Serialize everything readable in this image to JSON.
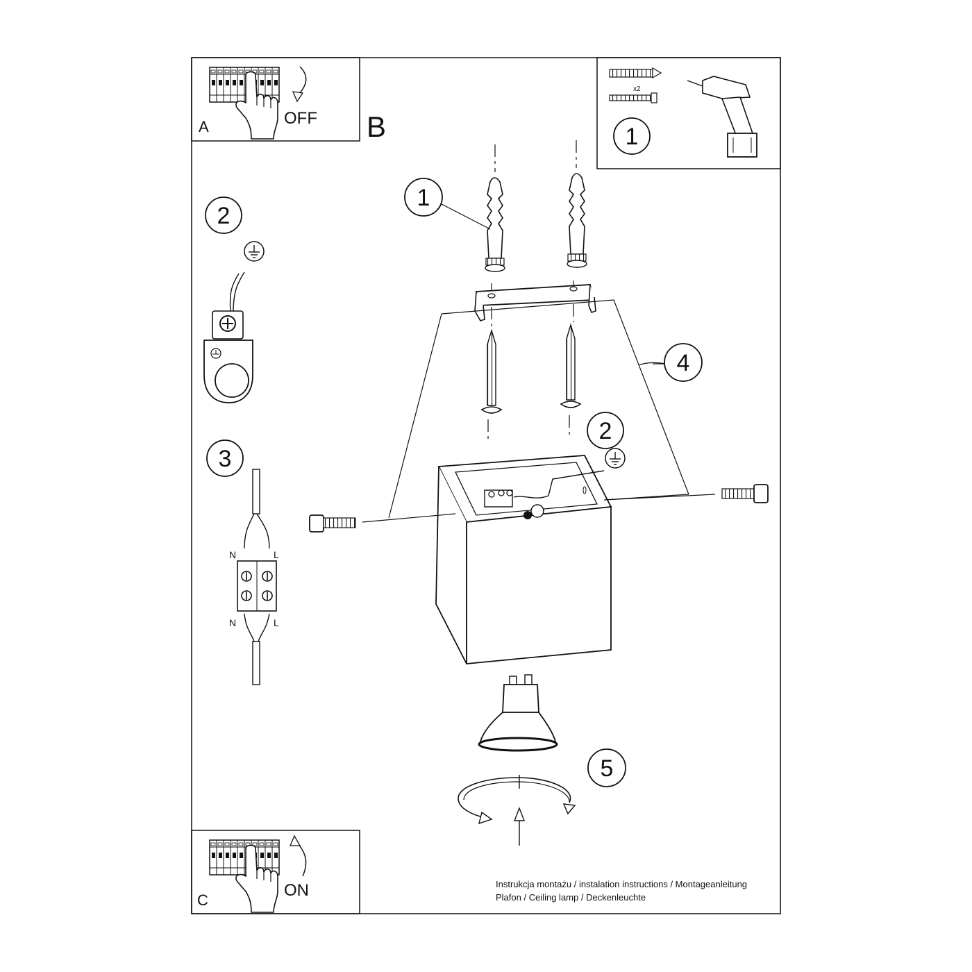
{
  "panels": {
    "a": {
      "letter": "A",
      "switch_label": "OFF"
    },
    "b": {
      "letter": "B"
    },
    "c": {
      "letter": "C",
      "switch_label": "ON"
    }
  },
  "tools": {
    "step": "1",
    "qty": "x2"
  },
  "steps": {
    "s1": "1",
    "s2_side": "2",
    "s2_main": "2",
    "s3": "3",
    "s4": "4",
    "s5": "5"
  },
  "wiring": {
    "n_top": "N",
    "l_top": "L",
    "n_bottom": "N",
    "l_bottom": "L"
  },
  "caption": {
    "line1": "Instrukcja montażu / instalation instructions / Montageanleitung",
    "line2": "Plafon / Ceiling lamp / Deckenleuchte"
  }
}
